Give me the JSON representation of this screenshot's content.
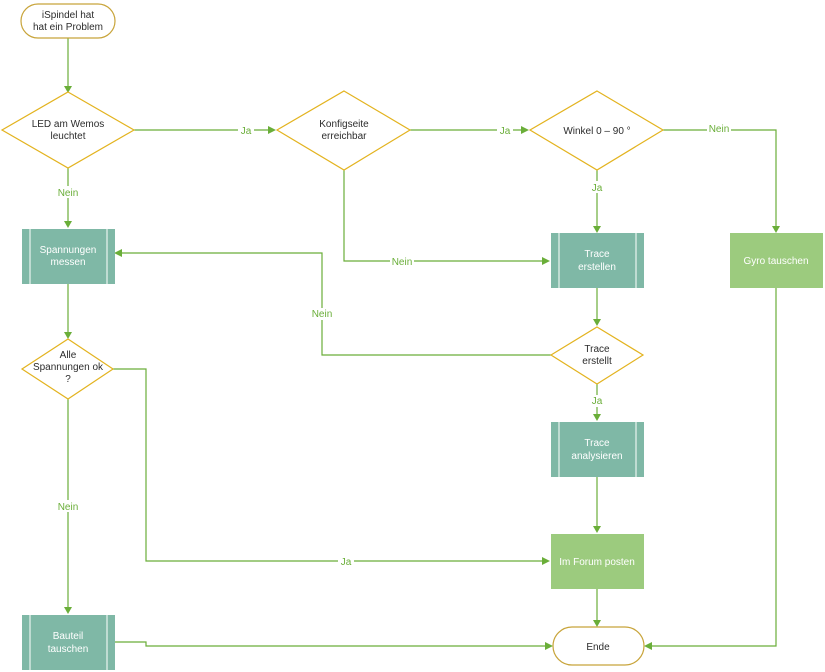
{
  "nodes": {
    "start": [
      "iSpindel hat",
      "hat ein Problem"
    ],
    "led": [
      "LED am Wemos",
      "leuchtet"
    ],
    "konfig": [
      "Konfigseite",
      "erreichbar"
    ],
    "winkel": [
      "Winkel 0 – 90 °"
    ],
    "spannung_messen": [
      "Spannungen",
      "messen"
    ],
    "trace_erstellen": [
      "Trace",
      "erstellen"
    ],
    "gyro": [
      "Gyro tauschen"
    ],
    "trace_erstellt": [
      "Trace",
      "erstellt"
    ],
    "alle_spannungen": [
      "Alle",
      "Spannungen ok",
      "?"
    ],
    "trace_analysieren": [
      "Trace",
      "analysieren"
    ],
    "forum": [
      "Im Forum posten"
    ],
    "bauteil": [
      "Bauteil",
      "tauschen"
    ],
    "ende": [
      "Ende"
    ]
  },
  "edges": {
    "led_nein": "Nein",
    "led_ja": "Ja",
    "konfig_ja": "Ja",
    "konfig_nein": "Nein",
    "winkel_ja": "Ja",
    "winkel_nein": "Nein",
    "trace_erstellt_nein": "Nein",
    "trace_erstellt_ja": "Ja",
    "alle_nein": "Nein",
    "alle_ja": "Ja"
  },
  "colors": {
    "connector": "#6aae39",
    "decision_border": "#e3b31f",
    "terminal_border": "#c8a43a",
    "process_fill": "#7fb8a6",
    "action_fill": "#9ccb7e"
  }
}
